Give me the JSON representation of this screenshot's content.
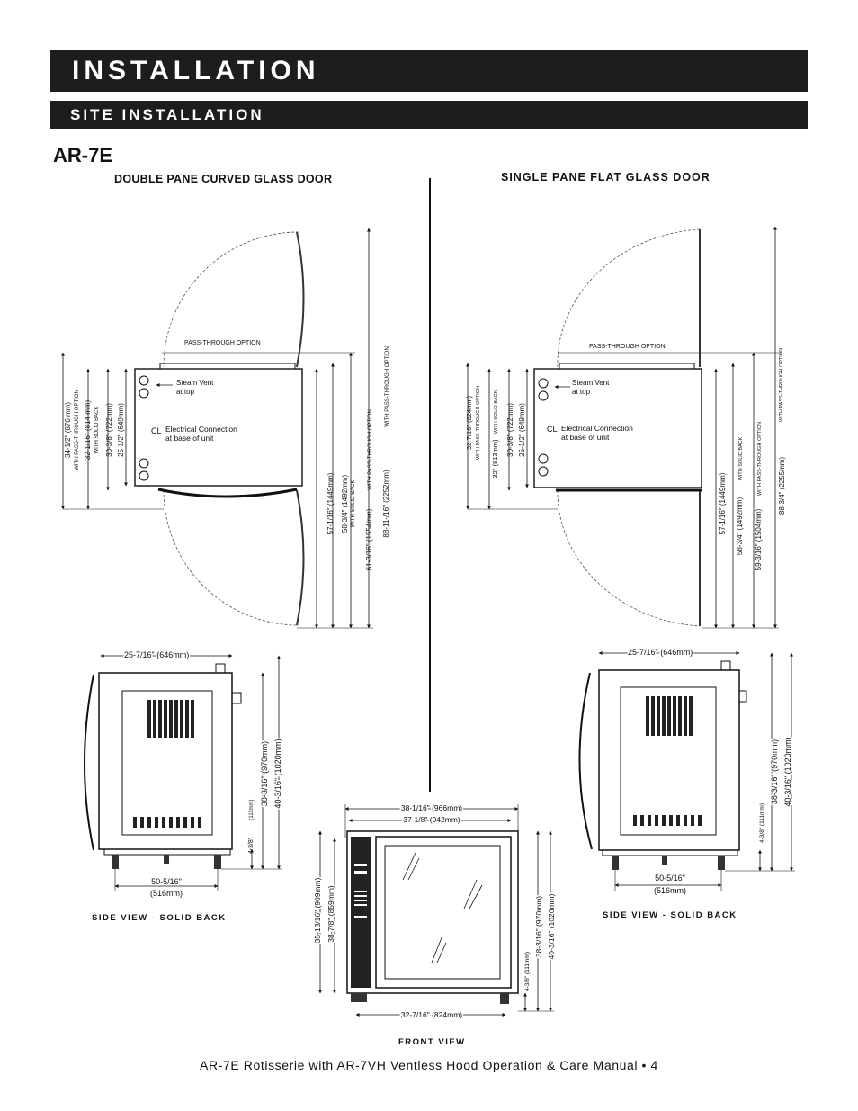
{
  "header": {
    "title": "INSTALLATION",
    "section": "SITE INSTALLATION"
  },
  "model": "AR-7E",
  "left_drawing": {
    "title": "DOUBLE PANE CURVED GLASS DOOR",
    "pass_through": "PASS-THROUGH OPTION",
    "steam_vent_1": "Steam Vent",
    "steam_vent_2": "at top",
    "electrical_1": "Electrical Connection",
    "electrical_2": "at base of unit",
    "cl": "CL",
    "d1a": "34-1/2\" (876 mm)",
    "d1b": "WITH PASS-THROUGH OPTION",
    "d2a": "32-1/16\" (814 mm)",
    "d2b": "WITH SOLID BACK",
    "d3": "30-3/8\" (722mm)",
    "d4": "25-1/2\" (649mm)",
    "d5": "57-1/16\" (1449mm)",
    "d6a": "58-3/4\" (1492mm)",
    "d6b": "WITH SOLID BACK",
    "d7a": "61-3/16\" (1554mm)",
    "d7b": "WITH PASS-THROUGH OPTION",
    "d8a": "88-11-/16\" (2252mm)",
    "d8b": "WITH PASS-THROUGH OPTION"
  },
  "right_drawing": {
    "title": "SINGLE PANE FLAT GLASS DOOR",
    "pass_through": "PASS-THROUGH OPTION",
    "steam_vent_1": "Steam Vent",
    "steam_vent_2": "at top",
    "electrical_1": "Electrical Connection",
    "electrical_2": "at base of unit",
    "cl": "CL",
    "d1a": "32-7/16\" (824mm)",
    "d1b": "WITH PASS-THROUGH OPTION",
    "d2": "32\" (813mm)",
    "d2b": "WITH SOLID BACK",
    "d3": "30-3/8\" (722mm)",
    "d4": "25-1/2\" (649mm)",
    "d5": "57-1/16\" (1449mm)",
    "d6": "58-3/4\" (1492mm)",
    "d6b": "WITH SOLID BACK",
    "d7": "59-3/16\" (1504mm)",
    "d7b": "WITH PASS-THROUGH OPTION",
    "d8": "88-3/4\" (2255mm)",
    "d8b": "WITH PASS-THROUGH OPTION"
  },
  "side_left": {
    "width": "25-7/16\" (646mm)",
    "h1": "38-3/16\" (970mm)",
    "h2": "40-3/16\" (1020mm)",
    "leg": "4-3/8\"",
    "leg_mm": "(111mm)",
    "depth_1": "50-5/16\"",
    "depth_2": "(516mm)",
    "caption": "SIDE VIEW - SOLID BACK"
  },
  "side_right": {
    "width": "25-7/16\" (646mm)",
    "h1": "38-3/16\" (970mm)",
    "h2": "40-3/16\" (1020mm)",
    "leg": "4-3/8\" (111mm)",
    "depth_1": "50-5/16\"",
    "depth_2": "(516mm)",
    "caption": "SIDE VIEW - SOLID BACK"
  },
  "front": {
    "w1": "38-1/16\" (966mm)",
    "w2": "37-1/8\" (942mm)",
    "h_left1": "35-13/16\" (909mm)",
    "h_left2": "38-7/8\" (859mm)",
    "h_right1": "38-3/16\" (970mm)",
    "h_right2": "40-3/16\" (1020mm)",
    "leg": "4-3/8\" (111mm)",
    "bottom": "32-7/16\" (824mm)",
    "caption": "FRONT VIEW"
  },
  "footer": "AR-7E Rotisserie with AR-7VH Ventless Hood Operation & Care Manual • 4"
}
